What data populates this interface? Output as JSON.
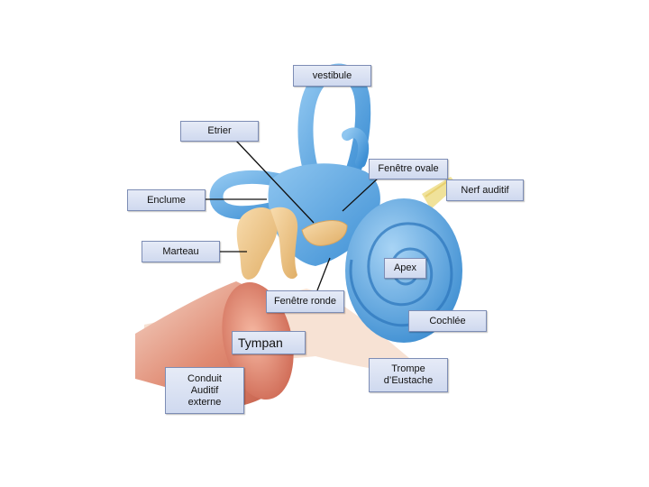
{
  "labels": {
    "vestibule": "vestibule",
    "etrier": "Etrier",
    "fenetre_ovale": "Fenêtre ovale",
    "nerf_auditif": "Nerf auditif",
    "enclume": "Enclume",
    "marteau": "Marteau",
    "apex": "Apex",
    "fenetre_ronde": "Fenêtre ronde",
    "cochlee": "Cochlée",
    "tympan": "Tympan",
    "trompe": "Trompe\nd’Eustache",
    "conduit": "Conduit\nAuditif\nexterne"
  },
  "colors": {
    "bone_blue": "#5aa6e0",
    "ossicle": "#f2c98a",
    "canal_skin": "#d9735e",
    "label_fill": "#dbe3f4"
  }
}
